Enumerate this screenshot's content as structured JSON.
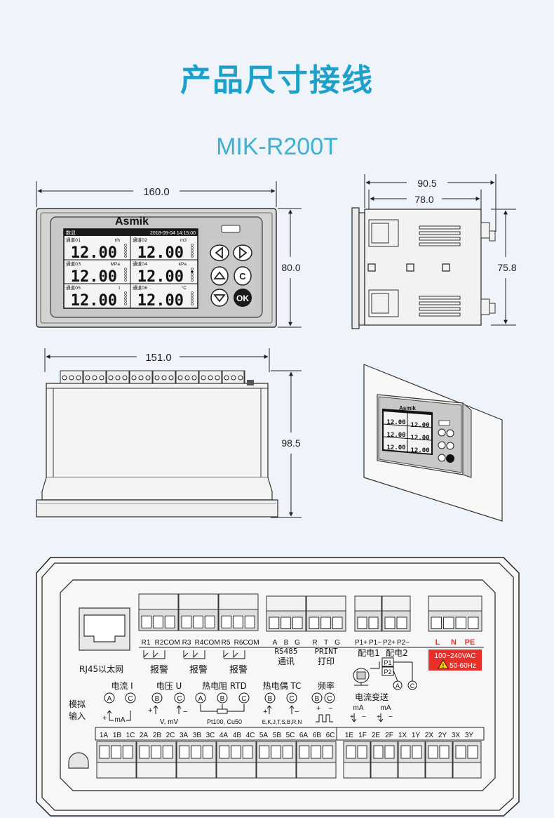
{
  "header": {
    "title": "产品尺寸接线",
    "model": "MIK-R200T"
  },
  "front_view": {
    "width_dim": "160.0",
    "height_dim": "80.0",
    "brand": "Asmik",
    "screen": {
      "menu_label": "数显",
      "datetime": "2018-09-04 14:15:00",
      "channels": [
        {
          "name": "通道01",
          "unit": "t/h",
          "value": "12.00"
        },
        {
          "name": "通道02",
          "unit": "m3",
          "value": "12.00"
        },
        {
          "name": "通道03",
          "unit": "MPa",
          "value": "12.00"
        },
        {
          "name": "通道04",
          "unit": "kPa",
          "value": "12.00"
        },
        {
          "name": "通道05",
          "unit": "t",
          "value": "12.00"
        },
        {
          "name": "通道06",
          "unit": "°C",
          "value": "12.00"
        }
      ]
    },
    "buttons": {
      "c": "C",
      "ok": "OK"
    }
  },
  "side_view": {
    "outer_dim": "90.5",
    "inner_dim": "78.0",
    "height_dim": "75.8"
  },
  "top_view": {
    "width_dim": "151.0",
    "depth_dim": "98.5"
  },
  "perspective": {
    "brand": "Asmik",
    "values": [
      "12.00",
      "12.00",
      "12.00",
      "12.00",
      "12.00",
      "12.00"
    ]
  },
  "wiring": {
    "rj45_label": "RJ45以太网",
    "relay_labels": [
      "R1",
      "R2",
      "COM",
      "R3",
      "R4",
      "COM",
      "R5",
      "R6",
      "COM"
    ],
    "alarm_label": "报警",
    "rs485_terms": [
      "A",
      "B",
      "G"
    ],
    "rs485_label": "RS485",
    "comm_label": "通讯",
    "print_terms": [
      "R",
      "T",
      "G"
    ],
    "print_en": "PRINT",
    "print_cn": "打印",
    "pd_terms": [
      "P1+",
      "P1−",
      "P2+",
      "P2−"
    ],
    "pd1_label": "配电1",
    "pd2_label": "配电2",
    "power_terms": [
      "L",
      "N",
      "PE"
    ],
    "power_voltage": "100~240VAC",
    "power_freq": "50-60Hz",
    "p1": "P1",
    "p2": "P2",
    "current_label": "电流 I",
    "voltage_label": "电压 U",
    "rtd_label": "热电阻 RTD",
    "tc_label": "热电偶 TC",
    "freq_label": "频率",
    "analog_label_1": "模拟",
    "analog_label_2": "输入",
    "vmv_label": "V, mV",
    "rtd_type": "Pt100, Cu50",
    "tc_types": "E,K,J,T,S,B,R,N",
    "ma_label": "mA",
    "transmit_label": "电流变送",
    "circle_a": "A",
    "circle_b": "B",
    "circle_c": "C",
    "bottom_terms_left": [
      "1A",
      "1B",
      "1C",
      "2A",
      "2B",
      "2C",
      "3A",
      "3B",
      "3C",
      "4A",
      "4B",
      "4C",
      "5A",
      "5B",
      "5C",
      "6A",
      "6B",
      "6C"
    ],
    "bottom_terms_right": [
      "1E",
      "1F",
      "2E",
      "2F",
      "1X",
      "1Y",
      "2X",
      "2Y",
      "3X",
      "3Y"
    ]
  },
  "colors": {
    "accent": "#1da0c9",
    "power_red": "#e8302a",
    "lcd_bg": "#f4f4f4"
  }
}
